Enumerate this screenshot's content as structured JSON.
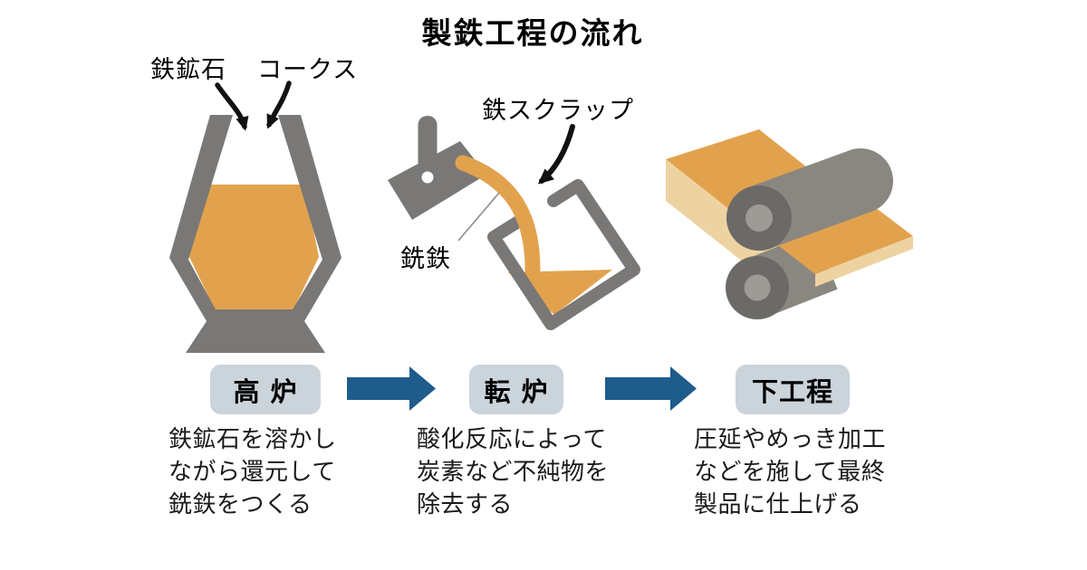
{
  "title": "製鉄工程の流れ",
  "colors": {
    "molten_metal_orange": "#e2a24d",
    "slab_edge_cream": "#eed3a2",
    "steel_equipment_gray": "#7a7876",
    "roller_gray": "#8a8781",
    "roller_cap_dark": "#6c6a66",
    "stage_box_bg": "#cbd3db",
    "flow_arrow_blue": "#1e5c8c",
    "arrow_black": "#111111"
  },
  "furnace_inputs": {
    "iron_ore_label": "鉄鉱石",
    "coke_label": "コークス"
  },
  "converter_labels": {
    "scrap_label": "鉄スクラップ",
    "pig_iron_label": "銑鉄"
  },
  "stages": [
    {
      "label": "高 炉",
      "description": "鉄鉱石を溶かし\nながら還元して\n銑鉄をつくる"
    },
    {
      "label": "転 炉",
      "description": "酸化反応によって\n炭素など不純物を\n除去する"
    },
    {
      "label": "下工程",
      "description": "圧延やめっき加工\nなどを施して最終\n製品に仕上げる"
    }
  ]
}
